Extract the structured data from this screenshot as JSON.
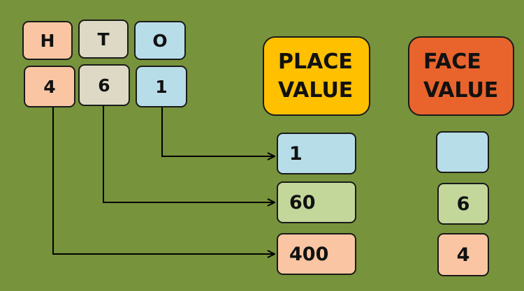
{
  "colors": {
    "background": "#77933c",
    "hundreds": "#fac5a2",
    "tens": "#ddd9c4",
    "ones": "#b7dde8",
    "place_value": "#ffc000",
    "face_value": "#e8642c",
    "tens_result": "#c4d79b"
  },
  "places": {
    "hundreds": {
      "header": "H",
      "digit": "4"
    },
    "tens": {
      "header": "T",
      "digit": "6"
    },
    "ones": {
      "header": "O",
      "digit": "1"
    }
  },
  "place_value": {
    "line1": "PLACE",
    "line2": "VALUE",
    "ones": "1",
    "tens": "60",
    "hundreds": "400"
  },
  "face_value": {
    "line1": "FACE",
    "line2": "VALUE",
    "ones": "",
    "tens": "6",
    "hundreds": "4"
  }
}
